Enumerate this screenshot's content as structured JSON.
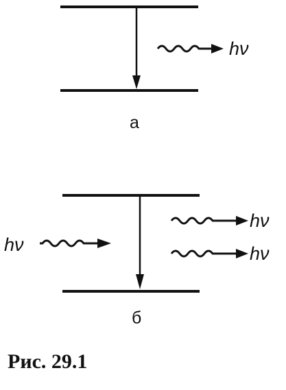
{
  "panel_a": {
    "label": "а",
    "photon_out": "hν"
  },
  "panel_b": {
    "label": "б",
    "photon_in": "hν",
    "photon_out_1": "hν",
    "photon_out_2": "hν"
  },
  "caption": "Рис. 29.1",
  "colors": {
    "ink": "#111111",
    "background": "#ffffff"
  }
}
